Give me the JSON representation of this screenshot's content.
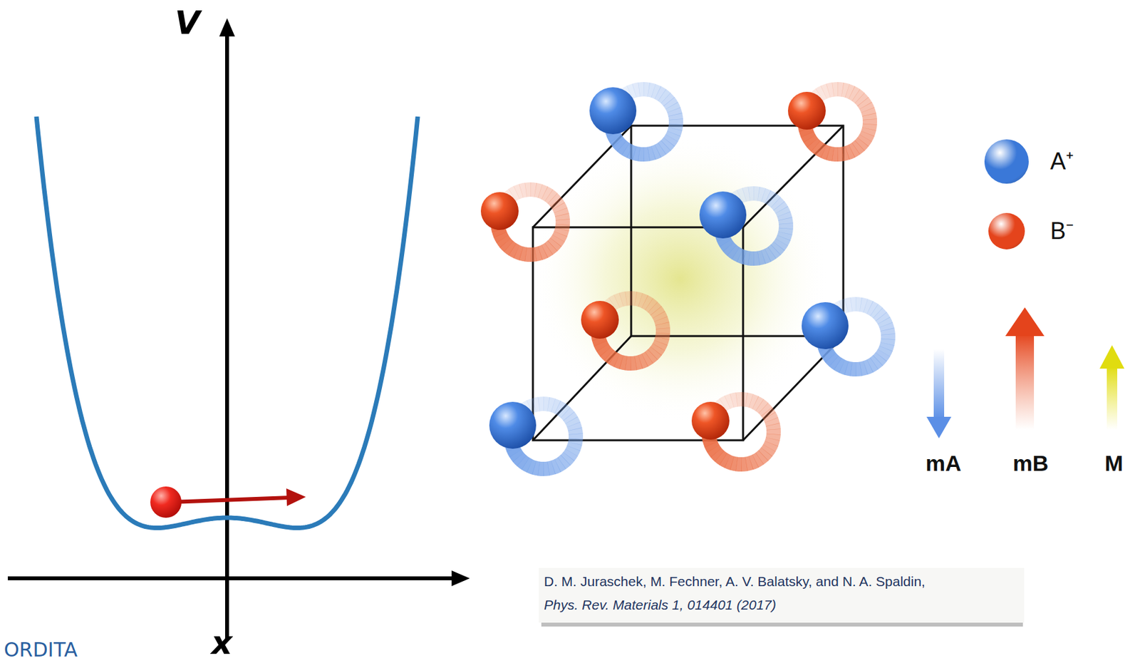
{
  "diagram": {
    "labels": [
      "V",
      "x",
      "ORDITA",
      "D. M. Juraschek, M. Fechner, A. V. Balatsky, and N. A. Spaldin,",
      "Phys. Rev. Materials 1, 014401 (2017)"
    ],
    "legend": [
      {
        "text": "A⁺",
        "color": "#3a78d8"
      },
      {
        "text": "B⁻",
        "color": "#e4441c"
      },
      {
        "text": "mA"
      },
      {
        "text": "mB"
      },
      {
        "text": "M"
      }
    ]
  }
}
